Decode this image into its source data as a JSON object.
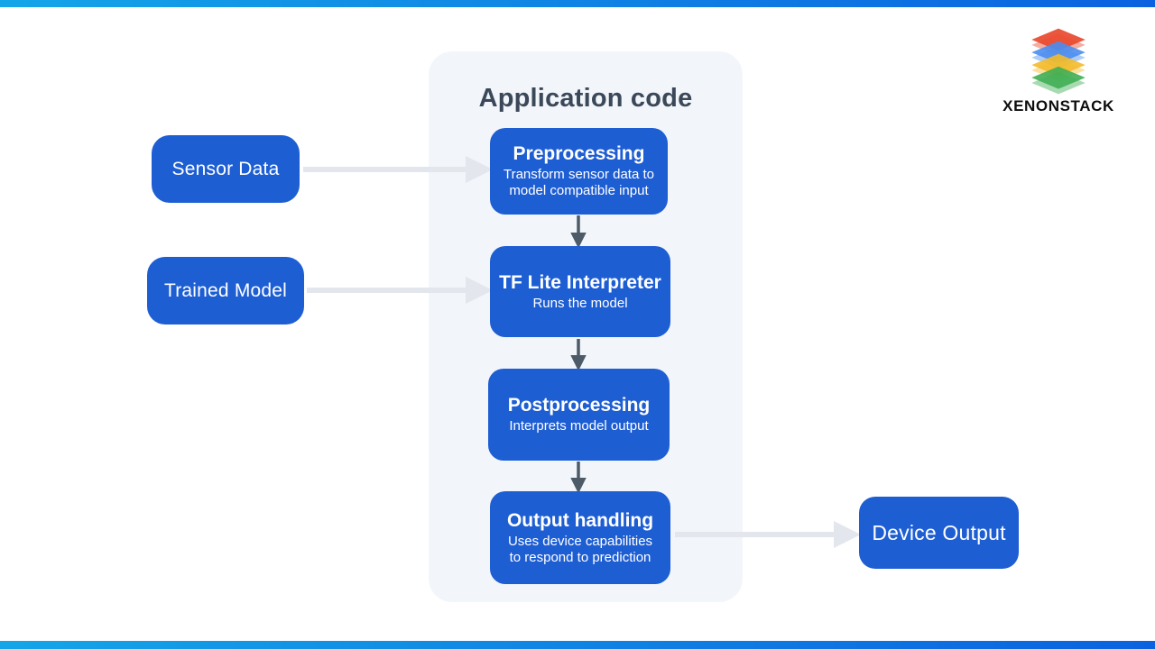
{
  "logo": {
    "text": "XENONSTACK",
    "layer_colors": [
      "#e8492e",
      "#4a8df0",
      "#f3bb2a",
      "#3fae54"
    ]
  },
  "panel": {
    "title": "Application code",
    "bg_color": "#f2f6fb",
    "title_color": "#3b4859"
  },
  "inputs": {
    "sensor_data": "Sensor Data",
    "trained_model": "Trained Model"
  },
  "output": {
    "device_output": "Device Output"
  },
  "steps": [
    {
      "title": "Preprocessing",
      "desc": "Transform sensor data to model compatible input"
    },
    {
      "title": "TF Lite Interpreter",
      "desc": "Runs the model"
    },
    {
      "title": "Postprocessing",
      "desc": "Interprets model output"
    },
    {
      "title": "Output handling",
      "desc": "Uses device capabilities to respond to prediction"
    }
  ],
  "colors": {
    "node_blue": "#1e5ed3",
    "arrow_light": "#e3e7ed",
    "arrow_dark": "#4d5a68",
    "bar_gradient_start": "#14a5e8",
    "bar_gradient_end": "#0b62e0"
  }
}
